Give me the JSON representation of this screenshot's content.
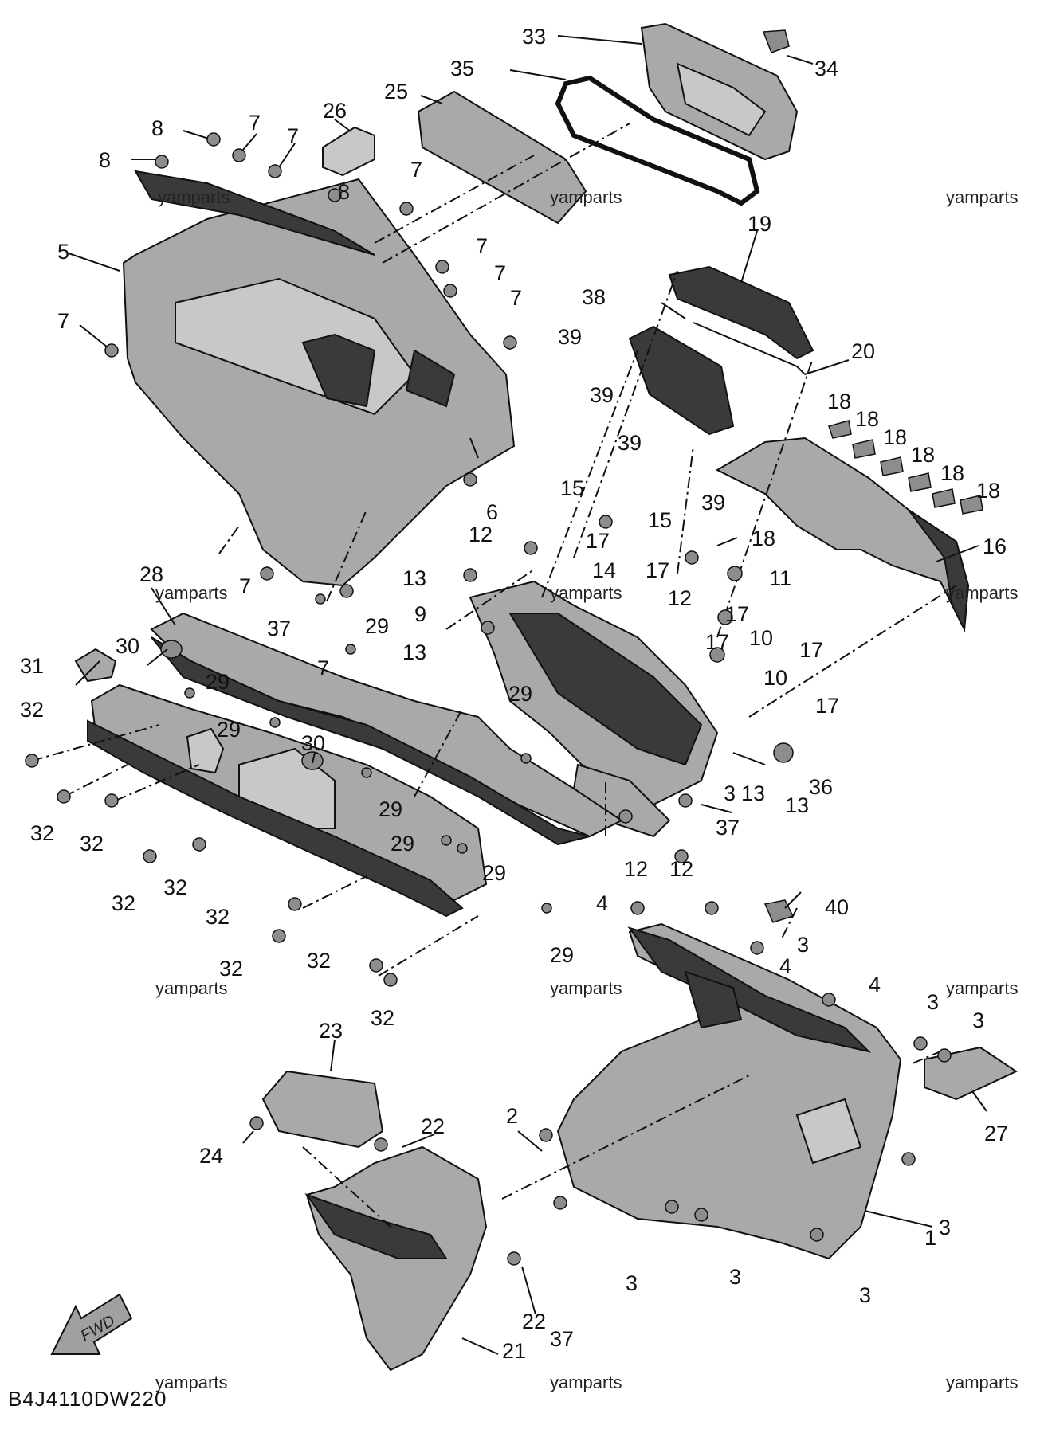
{
  "diagram": {
    "code": "B4J4110DW220",
    "fwd_label": "FWD",
    "watermark": "yamparts",
    "callouts": [
      "1",
      "2",
      "3",
      "4",
      "5",
      "6",
      "7",
      "8",
      "9",
      "10",
      "11",
      "12",
      "13",
      "14",
      "15",
      "16",
      "17",
      "18",
      "19",
      "20",
      "21",
      "22",
      "23",
      "24",
      "25",
      "26",
      "27",
      "28",
      "29",
      "30",
      "31",
      "32",
      "33",
      "34",
      "35",
      "36",
      "37",
      "38",
      "39",
      "40"
    ]
  }
}
